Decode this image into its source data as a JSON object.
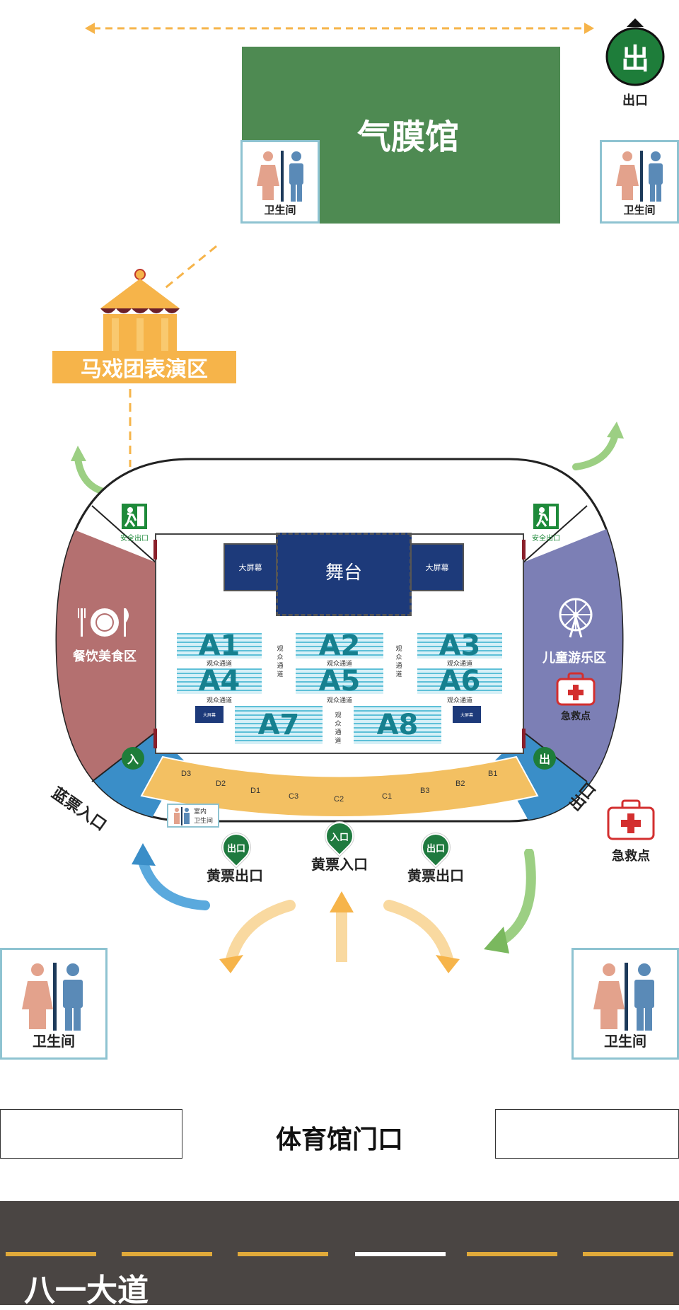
{
  "top": {
    "membrane_hall": "气膜馆",
    "exit_badge": "出",
    "exit_label": "出口",
    "restroom_label": "卫生间"
  },
  "circus": {
    "label": "马戏团表演区"
  },
  "stadium": {
    "stage": "舞台",
    "big_screen": "大屏幕",
    "food_zone": "餐饮美食区",
    "kids_zone": "儿童游乐区",
    "first_aid": "急救点",
    "safety_exit": "安全出口",
    "blue_entrance": "蓝票入口",
    "blue_entrance_badge": "入",
    "exit_badge": "出",
    "exit_label": "出口",
    "aisle": "观众通道",
    "indoor_restroom_line1": "室内",
    "indoor_restroom_line2": "卫生间",
    "sections": [
      "A1",
      "A2",
      "A3",
      "A4",
      "A5",
      "A6",
      "A7",
      "A8"
    ],
    "rear_sections": [
      "D3",
      "D2",
      "D1",
      "C3",
      "C2",
      "C1",
      "B3",
      "B2",
      "B1"
    ]
  },
  "gates": {
    "exit_pin": "出口",
    "entry_pin": "入口",
    "yellow_exit": "黄票出口",
    "yellow_entrance": "黄票入口"
  },
  "bottom": {
    "first_aid": "急救点",
    "restroom_label": "卫生间",
    "gym_gate": "体育馆门口",
    "road": "八一大道"
  },
  "colors": {
    "hall_green": "#4e8a52",
    "circus_orange": "#f6b44a",
    "food_red": "#b47070",
    "kids_purple": "#7c7fb5",
    "entry_blue": "#3a8ec8",
    "seat_yellow": "#f3c062",
    "stage_navy": "#1d3a7a",
    "road": "#4a4543"
  }
}
